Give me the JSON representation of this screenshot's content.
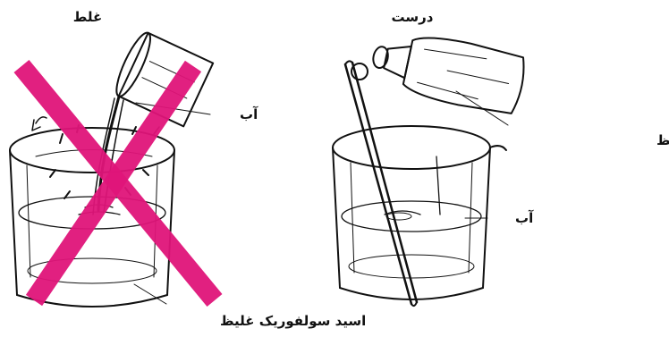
{
  "panels": {
    "wrong": {
      "title": "غلط",
      "label_water": "آب",
      "label_acid": "اسید سولفوریک غلیظ",
      "cross_color": "#e0157a"
    },
    "correct": {
      "title": "درست",
      "label_water": "آب",
      "label_acid": "اسید سولفوریک غلیظ"
    }
  },
  "colors": {
    "ink": "#111111",
    "cross": "#e0157a"
  }
}
